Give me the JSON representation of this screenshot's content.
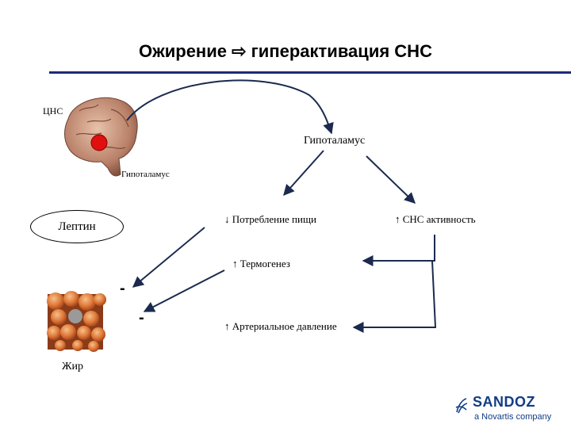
{
  "title": "Ожирение ⇨ гиперактивация СНС",
  "labels": {
    "cns": "ЦНС",
    "hypothalamus_right": "Гипоталамус",
    "hypothalamus_brain": "Гипоталамус",
    "leptin": "Лептин",
    "food_intake": "↓ Потребление пищи",
    "sns_activity": "↑ СНС активность",
    "thermogenesis": "↑ Термогенез",
    "blood_pressure": "↑ Артериальное давление",
    "fat": "Жир",
    "minus_1": "-",
    "minus_2": "-"
  },
  "logo": {
    "brand": "SANDOZ",
    "subtitle": "a Novartis company"
  },
  "colors": {
    "title_rule": "#1f2a78",
    "arrow_dark": "#1b2a4e",
    "logo_blue": "#123c86",
    "brain_dot": "#e01010"
  }
}
